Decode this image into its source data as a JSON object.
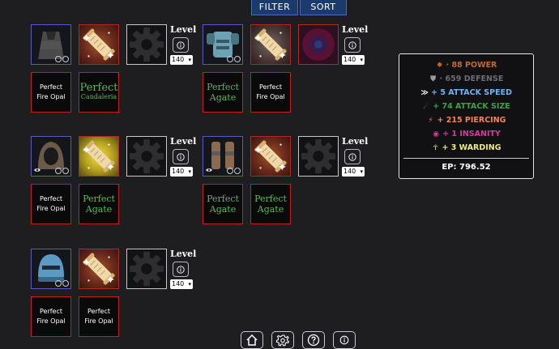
{
  "toolbar": {
    "filter_label": "FILTER",
    "sort_label": "SORT"
  },
  "level": {
    "label": "Level",
    "selected": "140",
    "info_icon": "info-icon"
  },
  "gems": {
    "fire_opal": "Perfect Fire Opal",
    "agate_1": "Perfect",
    "agate_2": "Agate",
    "cand_1": "Perfect",
    "cand_2": "Candaleria"
  },
  "stats": [
    {
      "text": "· 88 POWER",
      "icon": "burst-icon",
      "color": "#c46a2a"
    },
    {
      "text": "· 659 DEFENSE",
      "icon": "shield-icon",
      "color": "#6e6e72"
    },
    {
      "text": "+ 5 ATTACK SPEED",
      "icon": "speed-icon",
      "color": "#6fb4f2"
    },
    {
      "text": "+ 74 ATTACK SIZE",
      "icon": "size-icon",
      "color": "#3da048"
    },
    {
      "text": "+ 215 PIERCING",
      "icon": "pierce-icon",
      "color": "#f2845a"
    },
    {
      "text": "+ 1 INSANITY",
      "icon": "eye-icon",
      "color": "#d63a9a"
    },
    {
      "text": "+ 3 WARDING",
      "icon": "ankh-icon",
      "color": "#f2ea7c"
    }
  ],
  "ep": "EP: 796.52",
  "nav": {
    "home_icon": "home-icon",
    "settings_icon": "gear-icon",
    "help_icon": "help-icon",
    "info_icon": "info-icon"
  }
}
